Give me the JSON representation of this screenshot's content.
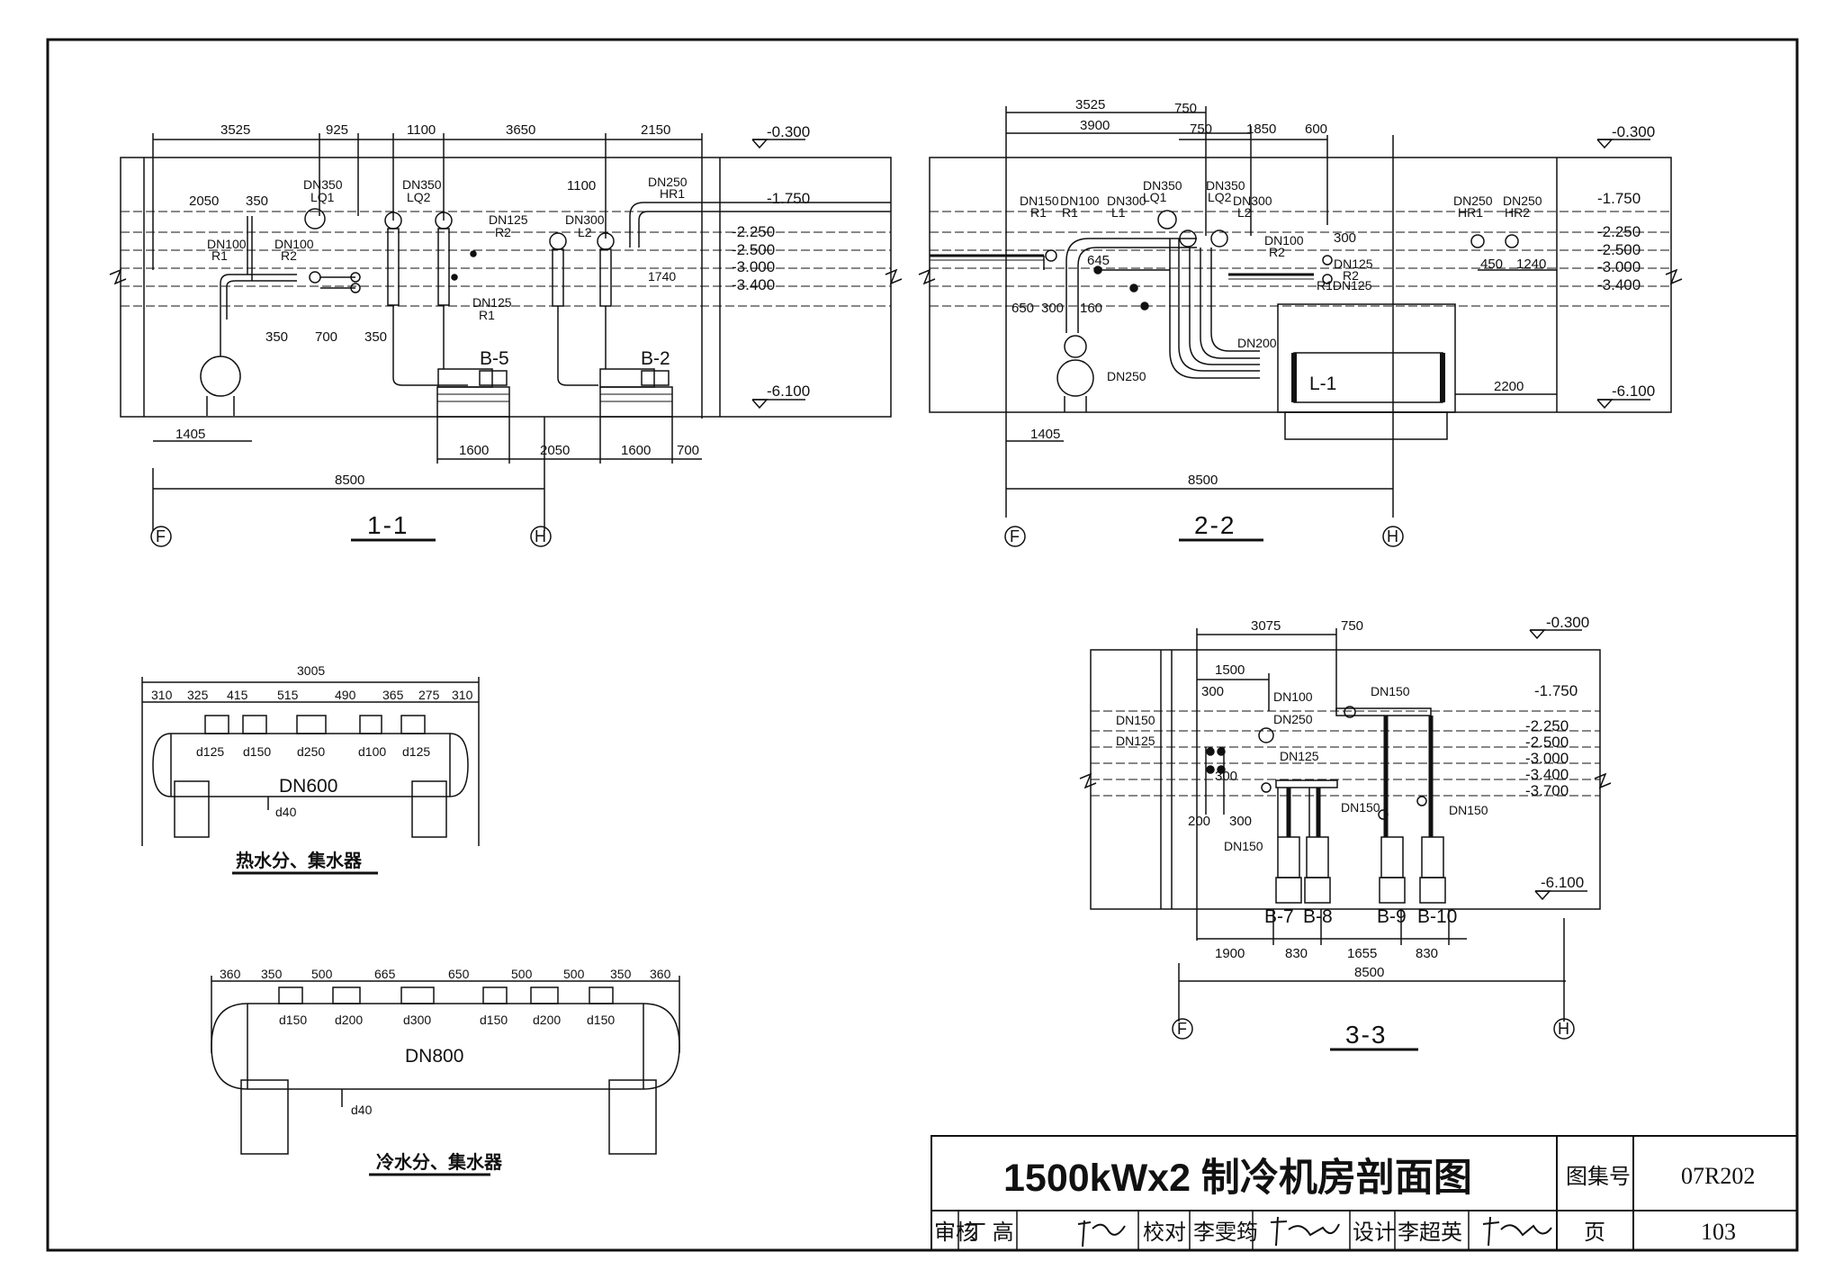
{
  "sections": {
    "s11": {
      "title": "1-1",
      "levels": [
        "-0.300",
        "-1.750",
        "-2.250",
        "-2.500",
        "-3.000",
        "-3.400",
        "-6.100"
      ],
      "top_dims": [
        "3525",
        "925",
        "1100",
        "3650",
        "2150"
      ],
      "inner_dims": [
        "2050",
        "350",
        "1100"
      ],
      "low_dims": [
        "350",
        "700",
        "350"
      ],
      "bottom_dims": [
        "1405",
        "1600",
        "2050",
        "1600",
        "700"
      ],
      "overall": "8500",
      "side_dim": "1740",
      "pipes": {
        "dn350_lq1": "DN350",
        "lq1": "LQ1",
        "dn350_lq2": "DN350",
        "lq2": "LQ2",
        "dn250_hr1": "DN250",
        "hr1": "HR1",
        "dn125_r2": "DN125",
        "r2": "R2",
        "dn300_l2": "DN300",
        "l2": "L2",
        "dn100_r1": "DN100",
        "r1": "R1",
        "dn100_r2": "DN100",
        "r2b": "R2",
        "dn125_r1": "DN125",
        "r1b": "R1"
      },
      "tags": [
        "B-5",
        "B-2"
      ],
      "grids": [
        "F",
        "H"
      ]
    },
    "s22": {
      "title": "2-2",
      "levels": [
        "-0.300",
        "-1.750",
        "-2.250",
        "-2.500",
        "-3.000",
        "-3.400",
        "-6.100"
      ],
      "top_dims": [
        "3525",
        "750",
        "3900",
        "750",
        "1850",
        "600"
      ],
      "misc_dims": [
        "300",
        "450",
        "1240",
        "645",
        "650",
        "300",
        "160",
        "2200"
      ],
      "bottom_dims": [
        "1405"
      ],
      "overall": "8500",
      "pipes": {
        "a": "DN150",
        "a2": "R1",
        "b": "DN100",
        "b2": "R1",
        "c": "DN300",
        "c2": "L1",
        "d": "DN350",
        "d2": "LQ1",
        "e": "DN350",
        "e2": "LQ2",
        "f": "DN300",
        "f2": "L2",
        "g": "DN100",
        "g2": "R2",
        "h": "DN125",
        "h2": "R2",
        "i": "R1DN125",
        "j": "DN250",
        "j2": "HR1",
        "k": "DN250",
        "k2": "HR2",
        "l": "DN200",
        "m": "DN250"
      },
      "tags": [
        "L-1"
      ],
      "grids": [
        "F",
        "H"
      ]
    },
    "s33": {
      "title": "3-3",
      "levels": [
        "-0.300",
        "-1.750",
        "-2.250",
        "-2.500",
        "-3.000",
        "-3.400",
        "-3.700",
        "-6.100"
      ],
      "top_dims": [
        "3075",
        "750",
        "1500",
        "300"
      ],
      "misc_dims": [
        "300",
        "200",
        "300"
      ],
      "pipes": [
        "DN100",
        "DN250",
        "DN150",
        "DN125",
        "DN125",
        "DN150",
        "DN150",
        "DN150",
        "DN150"
      ],
      "tags": [
        "B-7",
        "B-8",
        "B-9",
        "B-10"
      ],
      "bottom_dims": [
        "1900",
        "830",
        "1655",
        "830"
      ],
      "overall": "8500",
      "grids": [
        "F",
        "H"
      ]
    }
  },
  "hot_header": {
    "overall": "3005",
    "dims": [
      "310",
      "325",
      "415",
      "515",
      "490",
      "365",
      "275",
      "310"
    ],
    "nozzles": [
      "d125",
      "d150",
      "d250",
      "d100",
      "d125"
    ],
    "body": "DN600",
    "drain": "d40",
    "title": "热水分、集水器"
  },
  "cold_header": {
    "dims": [
      "360",
      "350",
      "500",
      "665",
      "650",
      "500",
      "500",
      "350",
      "360"
    ],
    "nozzles": [
      "d150",
      "d200",
      "d300",
      "d150",
      "d200",
      "d150"
    ],
    "body": "DN800",
    "drain": "d40",
    "title": "冷水分、集水器"
  },
  "title_block": {
    "title": "1500kWx2 制冷机房剖面图",
    "atlas_label": "图集号",
    "atlas_no": "07R202",
    "review_label": "审核",
    "reviewer": "丁 高",
    "check_label": "校对",
    "checker": "李雯筠",
    "design_label": "设计",
    "designer": "李超英",
    "page_label": "页",
    "page_no": "103"
  }
}
